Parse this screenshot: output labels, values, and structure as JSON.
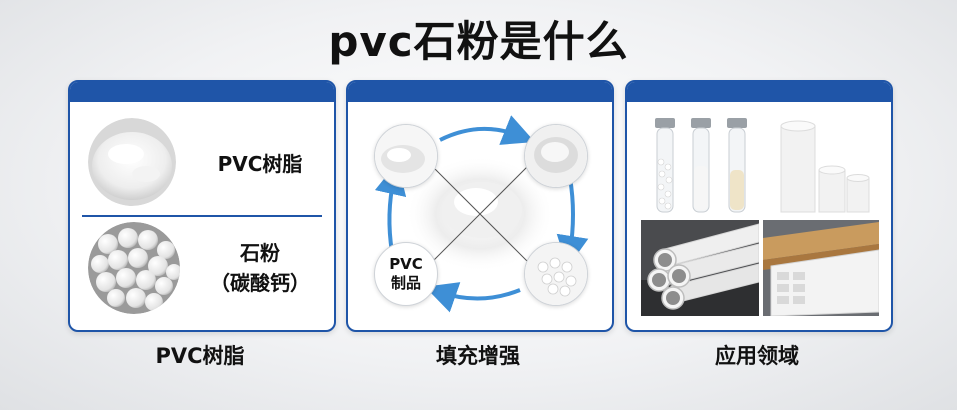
{
  "title": "pvc石粉是什么",
  "cards": [
    {
      "caption": "PVC树脂",
      "items": [
        {
          "label": "PVC树脂",
          "icon": "white-powder-icon"
        },
        {
          "label_line1": "石粉",
          "label_line2": "（碳酸钙）",
          "icon": "white-pellets-icon"
        }
      ]
    },
    {
      "caption": "填充增强",
      "center_label_line1": "PVC",
      "center_label_line2": "制品"
    },
    {
      "caption": "应用领域"
    }
  ],
  "colors": {
    "accent_blue": "#1f55a8",
    "arrow_blue": "#3e8fd6"
  }
}
